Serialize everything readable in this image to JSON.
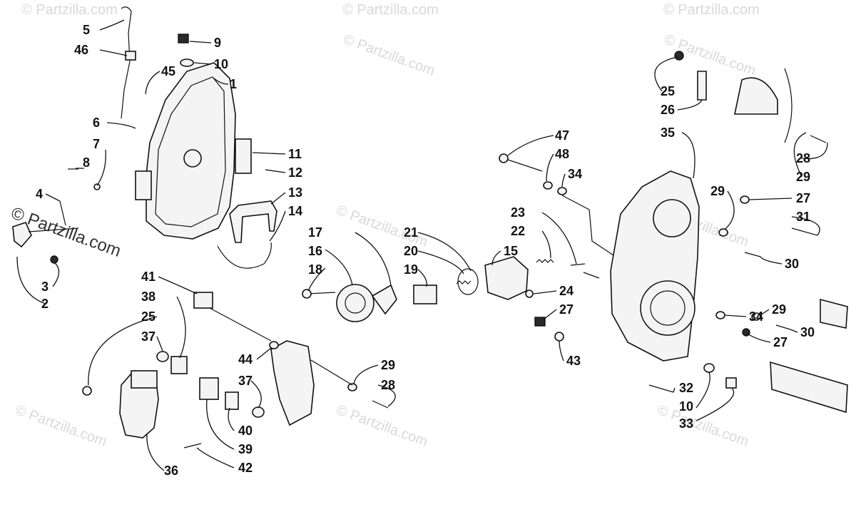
{
  "watermark": {
    "brand_text": "© Partzilla.com",
    "main_text": "© Partzilla.com"
  },
  "callouts": [
    {
      "id": "c5",
      "label": "5"
    },
    {
      "id": "c46",
      "label": "46"
    },
    {
      "id": "c9",
      "label": "9"
    },
    {
      "id": "c10a",
      "label": "10"
    },
    {
      "id": "c45",
      "label": "45"
    },
    {
      "id": "c1",
      "label": "1"
    },
    {
      "id": "c6",
      "label": "6"
    },
    {
      "id": "c7",
      "label": "7"
    },
    {
      "id": "c8",
      "label": "8"
    },
    {
      "id": "c11",
      "label": "11"
    },
    {
      "id": "c12",
      "label": "12"
    },
    {
      "id": "c13",
      "label": "13"
    },
    {
      "id": "c14",
      "label": "14"
    },
    {
      "id": "c4",
      "label": "4"
    },
    {
      "id": "c3",
      "label": "3"
    },
    {
      "id": "c2",
      "label": "2"
    },
    {
      "id": "c47",
      "label": "47"
    },
    {
      "id": "c48",
      "label": "48"
    },
    {
      "id": "c34a",
      "label": "34"
    },
    {
      "id": "c23",
      "label": "23"
    },
    {
      "id": "c22",
      "label": "22"
    },
    {
      "id": "c21",
      "label": "21"
    },
    {
      "id": "c17",
      "label": "17"
    },
    {
      "id": "c20",
      "label": "20"
    },
    {
      "id": "c16",
      "label": "16"
    },
    {
      "id": "c15",
      "label": "15"
    },
    {
      "id": "c19",
      "label": "19"
    },
    {
      "id": "c18",
      "label": "18"
    },
    {
      "id": "c24",
      "label": "24"
    },
    {
      "id": "c27a",
      "label": "27"
    },
    {
      "id": "c43",
      "label": "43"
    },
    {
      "id": "c41",
      "label": "41"
    },
    {
      "id": "c38",
      "label": "38"
    },
    {
      "id": "c25a",
      "label": "25"
    },
    {
      "id": "c37a",
      "label": "37"
    },
    {
      "id": "c44",
      "label": "44"
    },
    {
      "id": "c37b",
      "label": "37"
    },
    {
      "id": "c40",
      "label": "40"
    },
    {
      "id": "c39",
      "label": "39"
    },
    {
      "id": "c36",
      "label": "36"
    },
    {
      "id": "c42",
      "label": "42"
    },
    {
      "id": "c29a",
      "label": "29"
    },
    {
      "id": "c28a",
      "label": "28"
    },
    {
      "id": "c25b",
      "label": "25"
    },
    {
      "id": "c26",
      "label": "26"
    },
    {
      "id": "c35",
      "label": "35"
    },
    {
      "id": "c28b",
      "label": "28"
    },
    {
      "id": "c29b",
      "label": "29"
    },
    {
      "id": "c29c",
      "label": "29"
    },
    {
      "id": "c27b",
      "label": "27"
    },
    {
      "id": "c31",
      "label": "31"
    },
    {
      "id": "c30a",
      "label": "30"
    },
    {
      "id": "c34b",
      "label": "34"
    },
    {
      "id": "c29d",
      "label": "29"
    },
    {
      "id": "c30b",
      "label": "30"
    },
    {
      "id": "c27c",
      "label": "27"
    },
    {
      "id": "c32",
      "label": "32"
    },
    {
      "id": "c10b",
      "label": "10"
    },
    {
      "id": "c33",
      "label": "33"
    }
  ]
}
